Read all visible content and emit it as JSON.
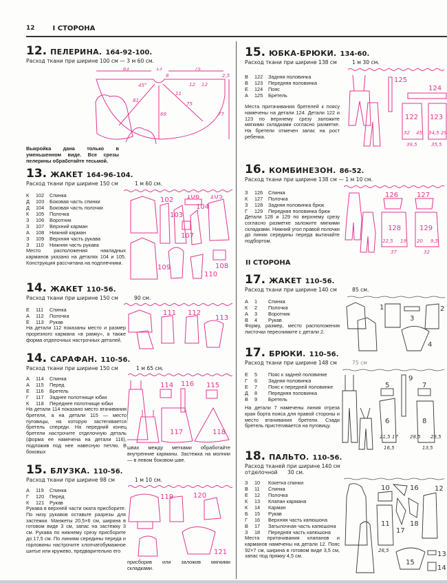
{
  "header": {
    "page_number": "12",
    "side": "I СТОРОНА"
  },
  "sections": {
    "s12": {
      "num": "12.",
      "title": "ПЕЛЕРИНА.",
      "sizes": "164-92-100.",
      "fabric": "Расход ткани при ширине 100 см — 3 м 60 см.",
      "note": "Выкройка дана только в уменьшенном виде. Все срезы пелерины обработайте тесьмой.",
      "labels": [
        "83",
        "13",
        "75",
        "2,5",
        "45°",
        "8",
        "12",
        "12",
        "11",
        "81",
        "75",
        "69",
        "77"
      ]
    },
    "s13": {
      "num": "13.",
      "title": "ЖАКЕТ",
      "sizes": "164-96-104.",
      "fabric": "Расход ткани при ширине 150 см",
      "amount": "1 м 60 см.",
      "parts": [
        {
          "f": "К",
          "n": "102",
          "name": "Спинка"
        },
        {
          "f": "Д",
          "n": "103",
          "name": "Боковая часть спинки"
        },
        {
          "f": "Д",
          "n": "104",
          "name": "Боковая часть полочки"
        },
        {
          "f": "К",
          "n": "105",
          "name": "Полочка"
        },
        {
          "f": "З",
          "n": "106",
          "name": "Воротник"
        },
        {
          "f": "З",
          "n": "107",
          "name": "Верхний карман"
        },
        {
          "f": "А",
          "n": "108",
          "name": "Нижний карман"
        },
        {
          "f": "З",
          "n": "109",
          "name": "Верхняя часть рукава"
        },
        {
          "f": "З",
          "n": "110",
          "name": "Нижняя часть рукава"
        }
      ],
      "note": "Место расположения накладных карманов указано на деталях 104 и 105. Конструкция рассчитана на подплечники.",
      "labels": [
        "102",
        "106",
        "105",
        "103",
        "104",
        "107",
        "108",
        "109",
        "110"
      ]
    },
    "s14a": {
      "num": "14.",
      "title": "ЖАКЕТ",
      "sizes": "110-56.",
      "fabric": "Расход ткани при ширине 150 см",
      "amount": "90 см.",
      "parts": [
        {
          "f": "Е",
          "n": "111",
          "name": "Спинка"
        },
        {
          "f": "А",
          "n": "112",
          "name": "Полочка"
        },
        {
          "f": "Е",
          "n": "113",
          "name": "Рукав"
        }
      ],
      "note": "На детали 112 показаны место и размер прорезного кармана «в рамку», а также форма отделочных настрочных деталей.",
      "labels": [
        "111",
        "112",
        "113"
      ]
    },
    "s14b": {
      "num": "14.",
      "title": "САРАФАН.",
      "sizes": "110-56.",
      "fabric": "Расход ткани при ширине 150 см",
      "amount": "1 м 65 см.",
      "parts": [
        {
          "f": "А",
          "n": "114",
          "name": "Спинка"
        },
        {
          "f": "А",
          "n": "115",
          "name": "Перед"
        },
        {
          "f": "Е",
          "n": "116",
          "name": "Бретель"
        },
        {
          "f": "Г",
          "n": "117",
          "name": "Заднее полотнище юбки"
        },
        {
          "f": "К",
          "n": "118",
          "name": "Переднее полотнище юбки"
        }
      ],
      "note": "На детали 114 показано место втачивания бретели, а на детали 115 — место пуговицы, на которую застегивается бретель спереди. На передний конец бретели настрочите отделочную деталь (форма ее намечена на детали 116), подложив под нее навесную петлю. В боковых",
      "note_cont": "швах между метками обработайте внутренние карманы. Застежка на молнии — в левом боковом шве.",
      "labels": [
        "114",
        "116",
        "115",
        "117",
        "118"
      ]
    },
    "s15a": {
      "num": "15.",
      "title": "БЛУЗКА.",
      "sizes": "110-56.",
      "fabric": "Расход ткани при ширине 98 см",
      "amount": "1 м 10 см.",
      "parts": [
        {
          "f": "А",
          "n": "119",
          "name": "Спинка"
        },
        {
          "f": "Г",
          "n": "120",
          "name": "Перед"
        },
        {
          "f": "К",
          "n": "121",
          "name": "Рукав"
        }
      ],
      "note": "Рукава в верхней части оката присборите. По низу рукавов оставьте разрезы для застежки. Манжеты 20,5×6 см, ширина в готовом виде 3 см, запас на застежку 3 см. Рукава по нижнему срезу присборите до 17,5 см. По линиям середины переда и горловины настрочите хлопчатобумажное шитье или кружево, предварительно его",
      "note_cont": "присборив или заложив мягкими складками.",
      "labels": [
        "119",
        "120",
        "121"
      ]
    },
    "s15b": {
      "num": "15.",
      "title": "ЮБКА-БРЮКИ.",
      "sizes": "134-60.",
      "fabric": "Расход ткани при ширине 138 см",
      "amount": "1 м 30 см.",
      "parts": [
        {
          "f": "В",
          "n": "122",
          "name": "Задняя половинка"
        },
        {
          "f": "В",
          "n": "123",
          "name": "Передняя половинка"
        },
        {
          "f": "Е",
          "n": "124",
          "name": "Пояс"
        },
        {
          "f": "А",
          "n": "125",
          "name": "Бретель"
        }
      ],
      "note": "Места притачивания бретелей к поясу намечены на детали 124. Детали 122 и 123 по верхнему срезу заложите мягкими складками согласно разметке. На бретели отмечен запас на рост ребенка.",
      "labels": [
        "125",
        "124",
        "122",
        "123",
        "32",
        "45",
        "34,5",
        "29",
        "39,5",
        "35,5"
      ]
    },
    "s16": {
      "num": "16.",
      "title": "КОМБИНЕЗОН.",
      "sizes": "86-52.",
      "fabric": "Расход ткани при ширине 138 см — 1 м 10 см.",
      "parts": [
        {
          "f": "З",
          "n": "126",
          "name": "Спинка"
        },
        {
          "f": "К",
          "n": "127",
          "name": "Полочка"
        },
        {
          "f": "З",
          "n": "128",
          "name": "Задняя половинка брюк"
        },
        {
          "f": "Г",
          "n": "129",
          "name": "Передняя половинка брюк"
        }
      ],
      "note": "Детали 128 и 129 по верхнему срезу согласно разметке заложите мягкими складками. Нижний угол правой полочки до линии середины переда вытачайте подбортом.",
      "labels": [
        "126",
        "127",
        "128",
        "129",
        "22,5",
        "19",
        "20",
        "9,5",
        "37",
        "32"
      ]
    },
    "side2": "II СТОРОНА",
    "s17a": {
      "num": "17.",
      "title": "ЖАКЕТ",
      "sizes": "110-56.",
      "fabric": "Расход ткани при ширине 140 см",
      "amount": "85 см.",
      "parts": [
        {
          "f": "А",
          "n": "1",
          "name": "Спинка"
        },
        {
          "f": "К",
          "n": "2",
          "name": "Полочка"
        },
        {
          "f": "А",
          "n": "3",
          "name": "Воротник"
        },
        {
          "f": "В",
          "n": "4",
          "name": "Рукав"
        }
      ],
      "note": "Форму, размер, место расположения листочки переснимите с детали 2.",
      "labels": [
        "1",
        "3",
        "2",
        "4"
      ]
    },
    "s17b": {
      "num": "17.",
      "title": "БРЮКИ.",
      "sizes": "110-56.",
      "fabric": "Расход ткани при ширине 148 см",
      "amount": "75 см",
      "parts": [
        {
          "f": "Е",
          "n": "5",
          "name": "Пояс к задней половинке"
        },
        {
          "f": "Г",
          "n": "6",
          "name": "Задняя половинка"
        },
        {
          "f": "Е",
          "n": "7",
          "name": "Пояс к передней половинке"
        },
        {
          "f": "Д",
          "n": "8",
          "name": "Передняя половинка"
        },
        {
          "f": "В",
          "n": "9",
          "name": "Бретель"
        }
      ],
      "note": "На детали 7 намечены линия отреза края борта пояса для правой стороны и место втачивания бретели. Сзади бретель пристегивается на пуговицу.",
      "labels": [
        "9",
        "5",
        "7",
        "6",
        "8",
        "21,5",
        "17",
        "16,5",
        "28,5",
        "23,5",
        "13,5"
      ]
    },
    "s18": {
      "num": "18.",
      "title": "ПАЛЬТО.",
      "sizes": "110-56.",
      "fabric": "Расход тканей при ширине 140 см",
      "fabric2": "отделочной      30 см.",
      "parts": [
        {
          "f": "З",
          "n": "10",
          "name": "Кокетка спинки"
        },
        {
          "f": "В",
          "n": "11",
          "name": "Спинка"
        },
        {
          "f": "Е",
          "n": "12",
          "name": "Полочка"
        },
        {
          "f": "К",
          "n": "13",
          "name": "Клапан кармана"
        },
        {
          "f": "К",
          "n": "14",
          "name": "Карман"
        },
        {
          "f": "Б",
          "n": "15",
          "name": "Рукав"
        },
        {
          "f": "Г",
          "n": "16",
          "name": "Верхняя часть капюшона"
        },
        {
          "f": "В",
          "n": "17",
          "name": "Затылочная часть капюшона"
        },
        {
          "f": "З",
          "n": "18",
          "name": "Передняя часть капюшона"
        }
      ],
      "note": "Места притачивания клапанов и карманов намечены на детали 12. Пояс 92×7 см, ширина в готовом виде 3,5 см, запас под пряжку 4,5 см.",
      "labels": [
        "10",
        "16",
        "12",
        "11",
        "17",
        "18",
        "28,5",
        "15",
        "13",
        "14"
      ]
    }
  },
  "colors": {
    "accent": "#e2338f",
    "text": "#1e1e1e"
  }
}
